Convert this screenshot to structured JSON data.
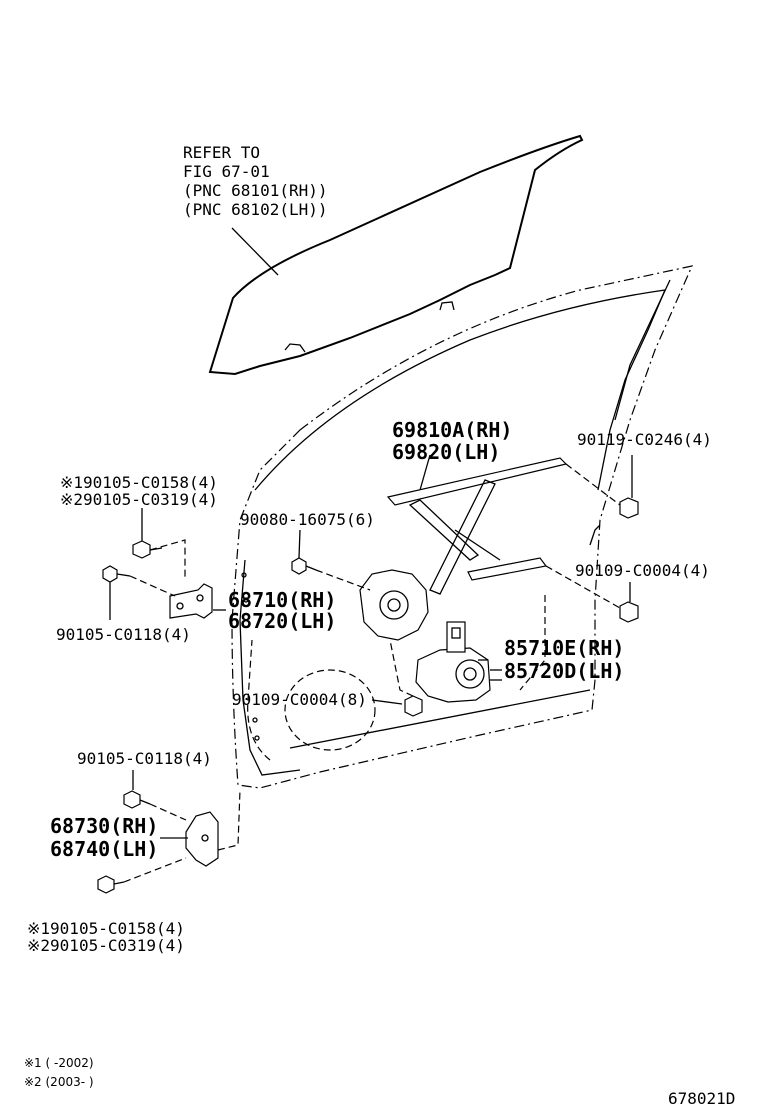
{
  "refer_note": {
    "line1": "REFER TO",
    "line2": "FIG 67-01",
    "line3": "(PNC 68101(RH))",
    "line4": "(PNC 68102(LH))"
  },
  "parts": {
    "regulator_rh": "69810A(RH)",
    "regulator_lh": "69820(LH)",
    "bolt_90119": "90119-C0246(4)",
    "bolt_90080": "90080-16075(6)",
    "bolt_90109_right": "90109-C0004(4)",
    "upper_hinge_rh": "68710(RH)",
    "upper_hinge_lh": "68720(LH)",
    "motor_rh": "85710E(RH)",
    "motor_lh": "85720D(LH)",
    "bolt_90109_center": "90109-C0004(8)",
    "bolt_90105_upper_left": "90105-C0118(4)",
    "upper_mark1_bolt": "※190105-C0158(4)",
    "upper_mark2_bolt": "※290105-C0319(4)",
    "bolt_90105_lower_top": "90105-C0118(4)",
    "lower_hinge_rh": "68730(RH)",
    "lower_hinge_lh": "68740(LH)",
    "lower_mark1_bolt": "※190105-C0158(4)",
    "lower_mark2_bolt": "※290105-C0319(4)"
  },
  "footnotes": {
    "note1": "※1 (     -2002)",
    "note2": "※2 (2003-     )"
  },
  "figure_id": "678021D"
}
